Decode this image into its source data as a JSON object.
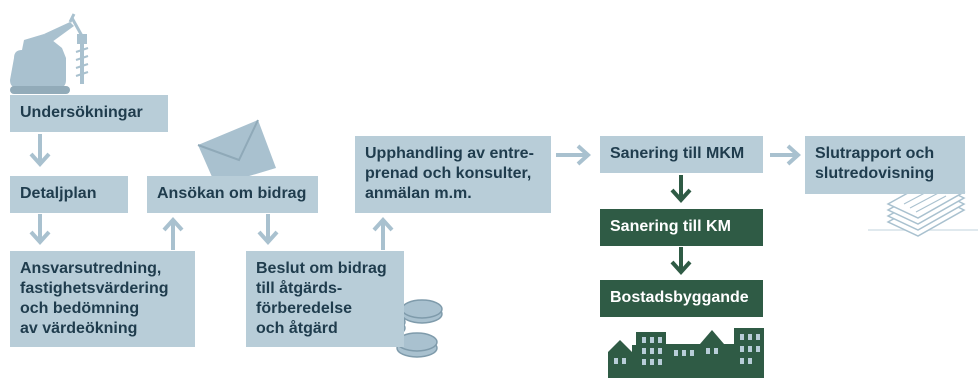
{
  "colors": {
    "light_box": "#b8cdd8",
    "dark_box": "#2f5b45",
    "light_arrow": "#a9c1cf",
    "dark_arrow": "#2f5b45",
    "text": "#1f3c4d"
  },
  "icons": [
    "excavator-icon",
    "envelope-icon",
    "coins-icon",
    "documents-icon",
    "buildings-icon"
  ],
  "boxes": {
    "undersokningar": "Undersökningar",
    "detaljplan": "Detaljplan",
    "ansvarsutredning": "Ansvarsutredning,\nfastighetsvärdering\noch bedömning\nav värdeökning",
    "ansokan": "Ansökan om bidrag",
    "beslut": "Beslut om bidrag\ntill åtgärds-\nförberedelse\noch åtgärd",
    "upphandling": "Upphandling av entre-\nprenad och konsulter,\nanmälan m.m.",
    "sanering_mkm": "Sanering till MKM",
    "slutrapport": "Slutrapport och\nslutredovisning",
    "sanering_km": "Sanering till KM",
    "bostadsbyggande": "Bostadsbyggande"
  }
}
